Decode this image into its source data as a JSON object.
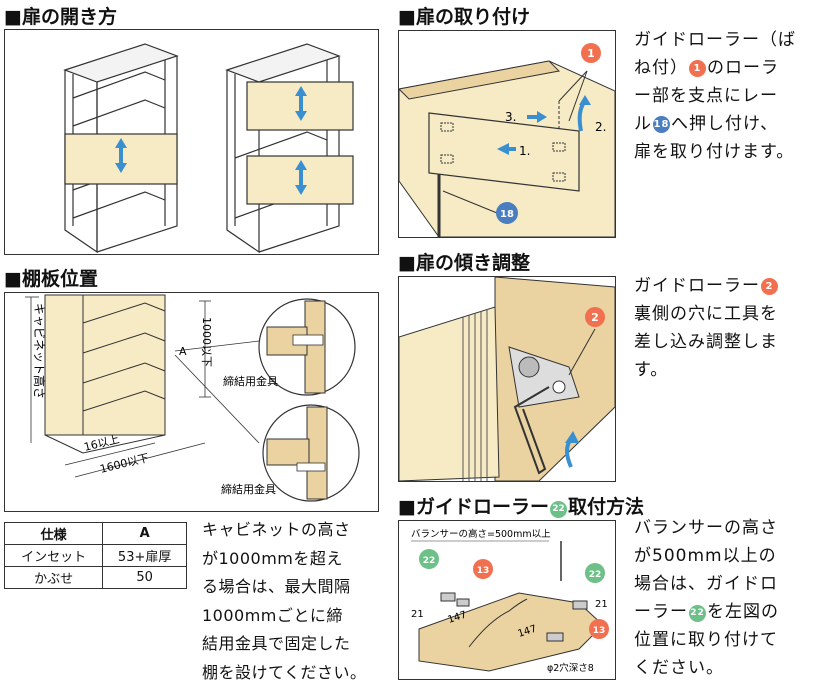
{
  "sections": {
    "door_open": {
      "title": "■扉の開き方"
    },
    "shelf_position": {
      "title": "■棚板位置",
      "cabinet_height_label": "キャビネット高さ",
      "dim_1000": "1000以下",
      "dim_16": "16以上",
      "dim_1600": "1600以下",
      "point_a": "A",
      "fitting_label_1": "締結用金具",
      "fitting_label_2": "締結用金具"
    },
    "door_mount": {
      "title": "■扉の取り付け",
      "step1": "1.",
      "step2": "2.",
      "step3": "3.",
      "badge1": "1",
      "badge18": "18",
      "text_line1": "ガイドローラー（ば",
      "text_line2_a": "ね付）",
      "text_line2_b": "のローラ",
      "text_line3": "ー部を支点にレー",
      "text_line4_a": "ル",
      "text_line4_b": "へ押し付け、",
      "text_line5": "扉を取り付けます。"
    },
    "door_tilt": {
      "title": "■扉の傾き調整",
      "badge2": "2",
      "text_line1": "ガイドローラー",
      "text_line2": "裏側の穴に工具を",
      "text_line3": "差し込み調整しま",
      "text_line4": "す。"
    },
    "roller_method": {
      "title_a": "■ガイドローラー",
      "title_b": "取付方法",
      "badge22": "22",
      "badge13": "13",
      "valancer_label": "バランサーの高さ=500mm以上",
      "dim_147_left": "147",
      "dim_147_right": "147",
      "dim_21_left": "21",
      "dim_21_right": "21",
      "hole_label": "φ2穴深さ8",
      "text_line1": "バランサーの高さ",
      "text_line2": "が500mm以上の",
      "text_line3": "場合は、ガイドロ",
      "text_line4_a": "ーラー",
      "text_line4_b": "を左図の",
      "text_line5": "位置に取り付けて",
      "text_line6": "ください。"
    }
  },
  "spec_table": {
    "headers": [
      "仕様",
      "A"
    ],
    "rows": [
      {
        "name": "インセット",
        "value": "53+扉厚"
      },
      {
        "name": "かぶせ",
        "value": "50"
      }
    ]
  },
  "cabinet_note": [
    "キャビネットの高さ",
    "が1000mmを超え",
    "る場合は、最大間隔",
    "1000mmごとに締",
    "結用金具で固定した",
    "棚を設けてください。"
  ],
  "colors": {
    "panel_fill": "#f6ebc4",
    "wood_fill": "#ead3a0",
    "badge_red": "#f07050",
    "badge_blue": "#4a7ec0",
    "badge_green": "#6cc088",
    "arrow_blue": "#3a8fd0"
  }
}
